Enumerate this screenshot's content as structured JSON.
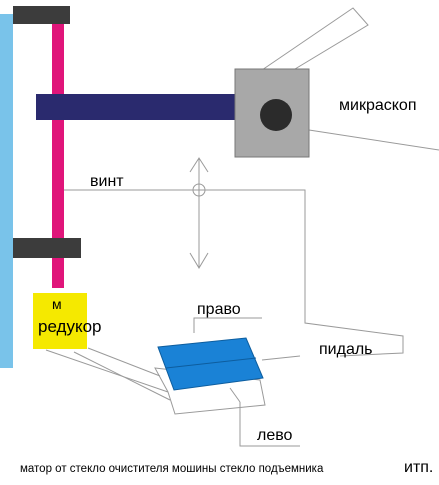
{
  "labels": {
    "microscope": "микраскоп",
    "screw": "винт",
    "motor": "м",
    "gearbox": "редукор",
    "right": "право",
    "pedal": "пидаль",
    "left": "лево",
    "caption": "матор от стекло очистителя мошины стекло подъемника",
    "caption_suffix": "итп."
  },
  "colors": {
    "rail": "#79c3ea",
    "screw_rod": "#e0157a",
    "clamp": "#3c3c3c",
    "arm": "#2a2a6e",
    "microscope_body": "#a8a8a8",
    "lens": "#2b2b2b",
    "motor": "#f5e900",
    "pedal_top": "#1a82d6",
    "outline": "#9a9a9a"
  }
}
